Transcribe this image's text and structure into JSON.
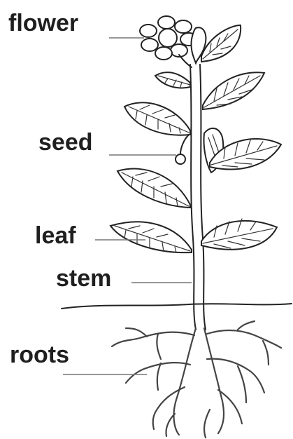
{
  "labels": {
    "flower": "flower",
    "seed": "seed",
    "leaf": "leaf",
    "stem": "stem",
    "roots": "roots"
  },
  "colors": {
    "ink": "#222222",
    "leader": "#777777",
    "background": "#ffffff"
  }
}
